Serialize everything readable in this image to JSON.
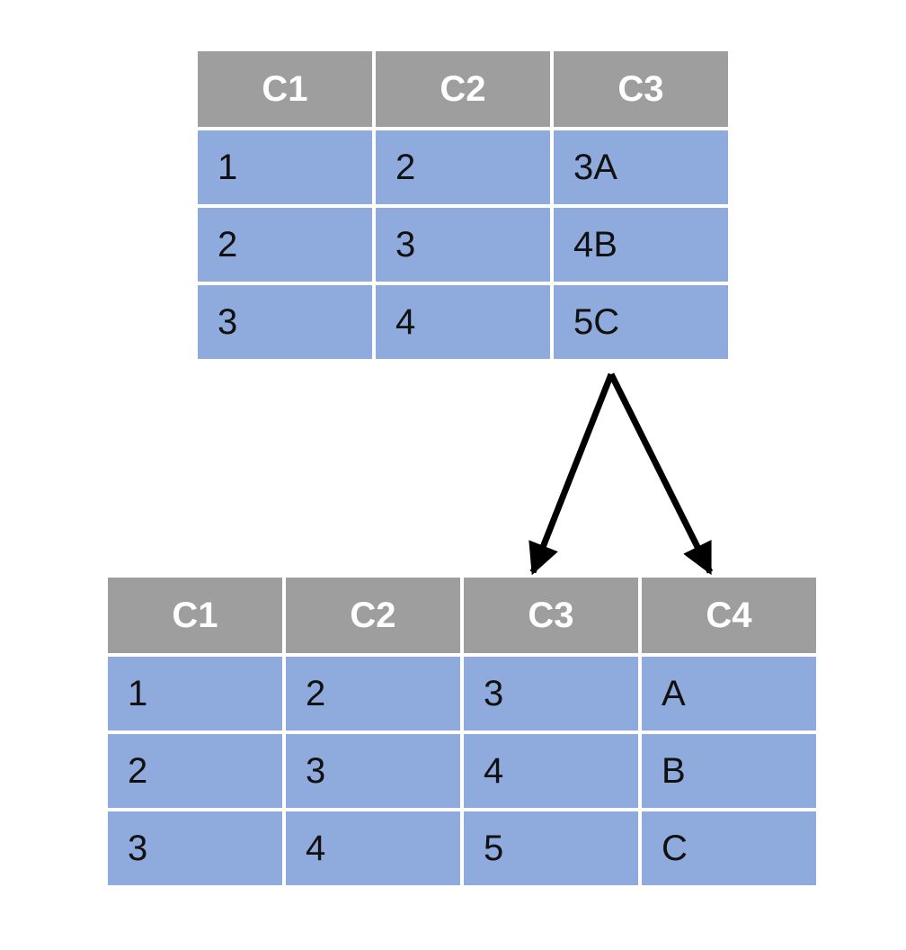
{
  "source_table": {
    "headers": [
      "C1",
      "C2",
      "C3"
    ],
    "rows": [
      [
        "1",
        "2",
        "3A"
      ],
      [
        "2",
        "3",
        "4B"
      ],
      [
        "3",
        "4",
        "5C"
      ]
    ]
  },
  "result_table": {
    "headers": [
      "C1",
      "C2",
      "C3",
      "C4"
    ],
    "rows": [
      [
        "1",
        "2",
        "3",
        "A"
      ],
      [
        "2",
        "3",
        "4",
        "B"
      ],
      [
        "3",
        "4",
        "5",
        "C"
      ]
    ]
  },
  "colors": {
    "header_bg": "#9e9e9e",
    "header_text": "#ffffff",
    "cell_bg": "#8faadc",
    "cell_text": "#111111",
    "arrow": "#000000"
  }
}
